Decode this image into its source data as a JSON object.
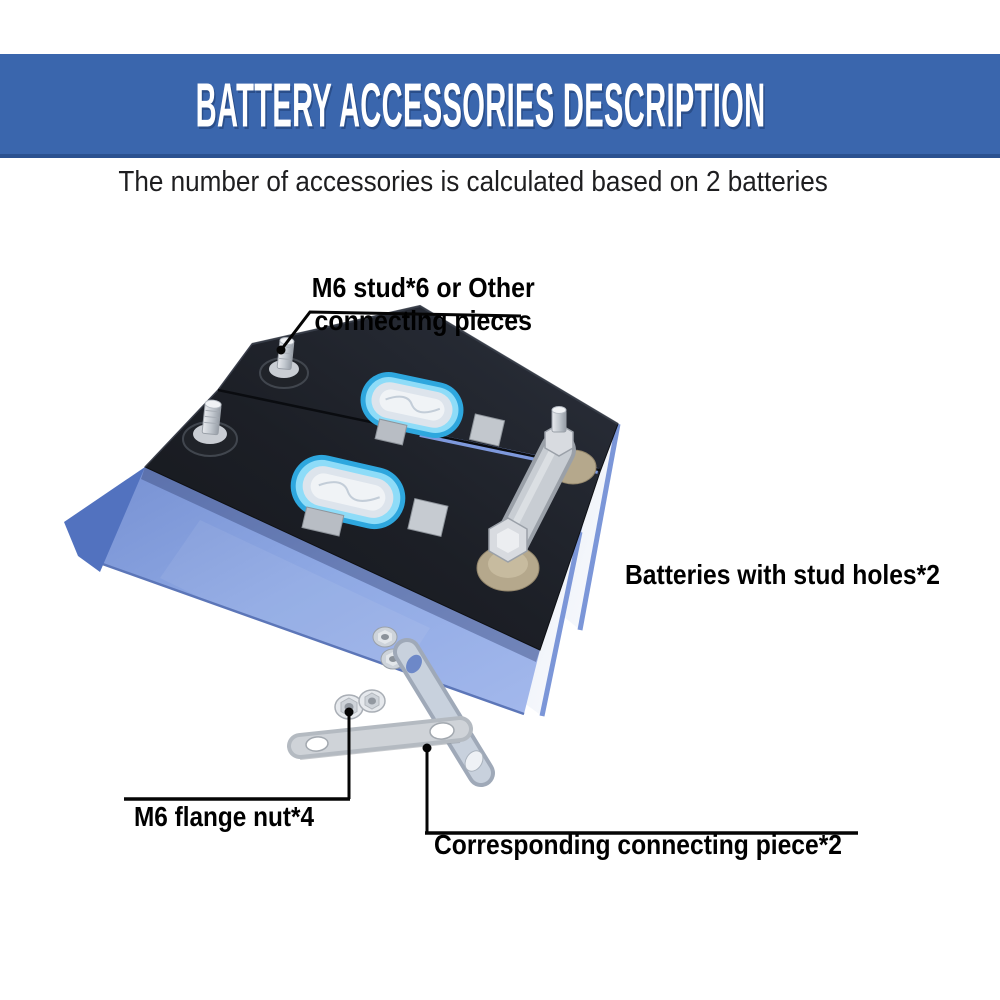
{
  "banner": {
    "title": "BATTERY ACCESSORIES DESCRIPTION",
    "background_color": "#3a66ad",
    "text_color": "#ffffff"
  },
  "subtitle": "The number of accessories is calculated based on 2 batteries",
  "callouts": {
    "stud_label": "M6 stud*6 or Other\nconnecting pieces",
    "batteries_label": "Batteries with stud holes*2",
    "flange_nut_label": "M6 flange nut*4",
    "connecting_piece_label": "Corresponding connecting piece*2"
  },
  "illustration": {
    "parts": [
      {
        "name": "battery-cells",
        "label": "Two blue prismatic battery cells with black tops"
      },
      {
        "name": "terminal-stud",
        "label": "M6 terminal stud"
      },
      {
        "name": "vent-window",
        "label": "Oval vent window with blue ring"
      },
      {
        "name": "busbar",
        "label": "Metal busbar connecting two studs"
      },
      {
        "name": "flange-nut",
        "label": "M6 flange nut"
      },
      {
        "name": "connecting-bar",
        "label": "Metal connecting piece with two holes"
      }
    ],
    "colors": {
      "battery_blue": "#8aa6e2",
      "battery_top": "#1b1e25",
      "vent_ring_cyan": "#6fd2f6",
      "metal_silver": "#ccd1d7",
      "washer_tan": "#b5a88c"
    }
  }
}
